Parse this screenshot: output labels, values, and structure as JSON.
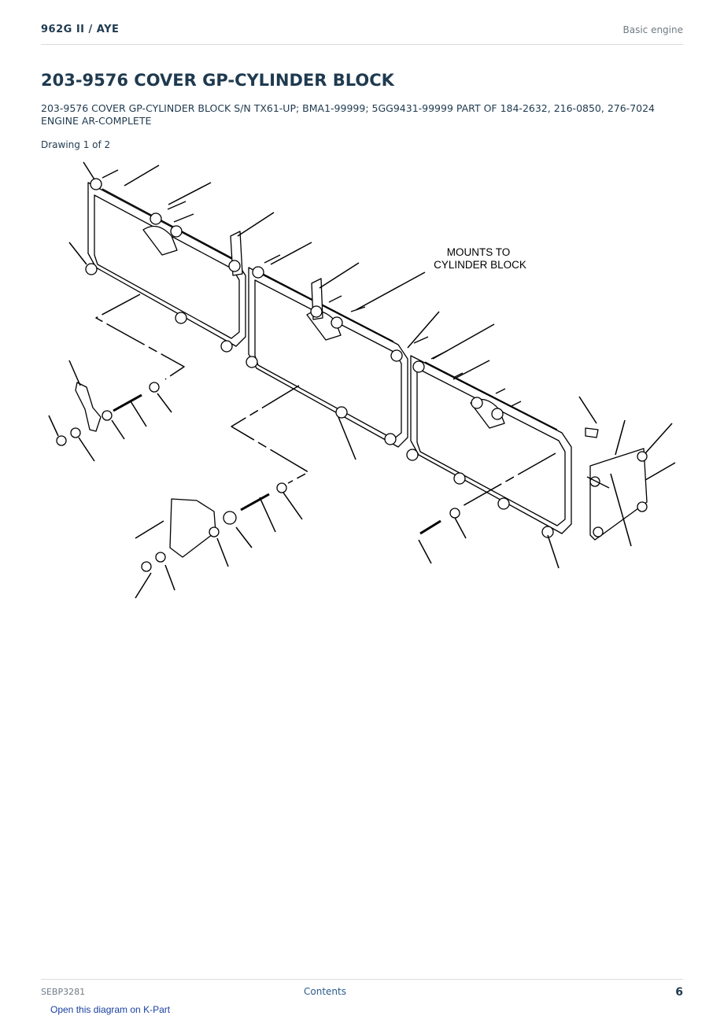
{
  "header": {
    "model": "962G II  /  AYE",
    "section": "Basic engine"
  },
  "title": "203-9576 COVER GP-CYLINDER BLOCK",
  "description": "203-9576 COVER GP-CYLINDER BLOCK S/N TX61-UP; BMA1-99999; 5GG9431-99999 PART OF 184-2632, 216-0850, 276-7024 ENGINE AR-COMPLETE",
  "drawing_label": "Drawing 1 of 2",
  "diagram": {
    "callout_line1": "MOUNTS TO",
    "callout_line2": "CYLINDER BLOCK"
  },
  "footer": {
    "doc_number": "SEBP3281",
    "contents_label": "Contents",
    "page_number": "6",
    "kpart_link": "Open this diagram on K-Part"
  },
  "colors": {
    "heading": "#1f3a4f",
    "muted": "#6f7b85",
    "link": "#1a3fa0"
  }
}
